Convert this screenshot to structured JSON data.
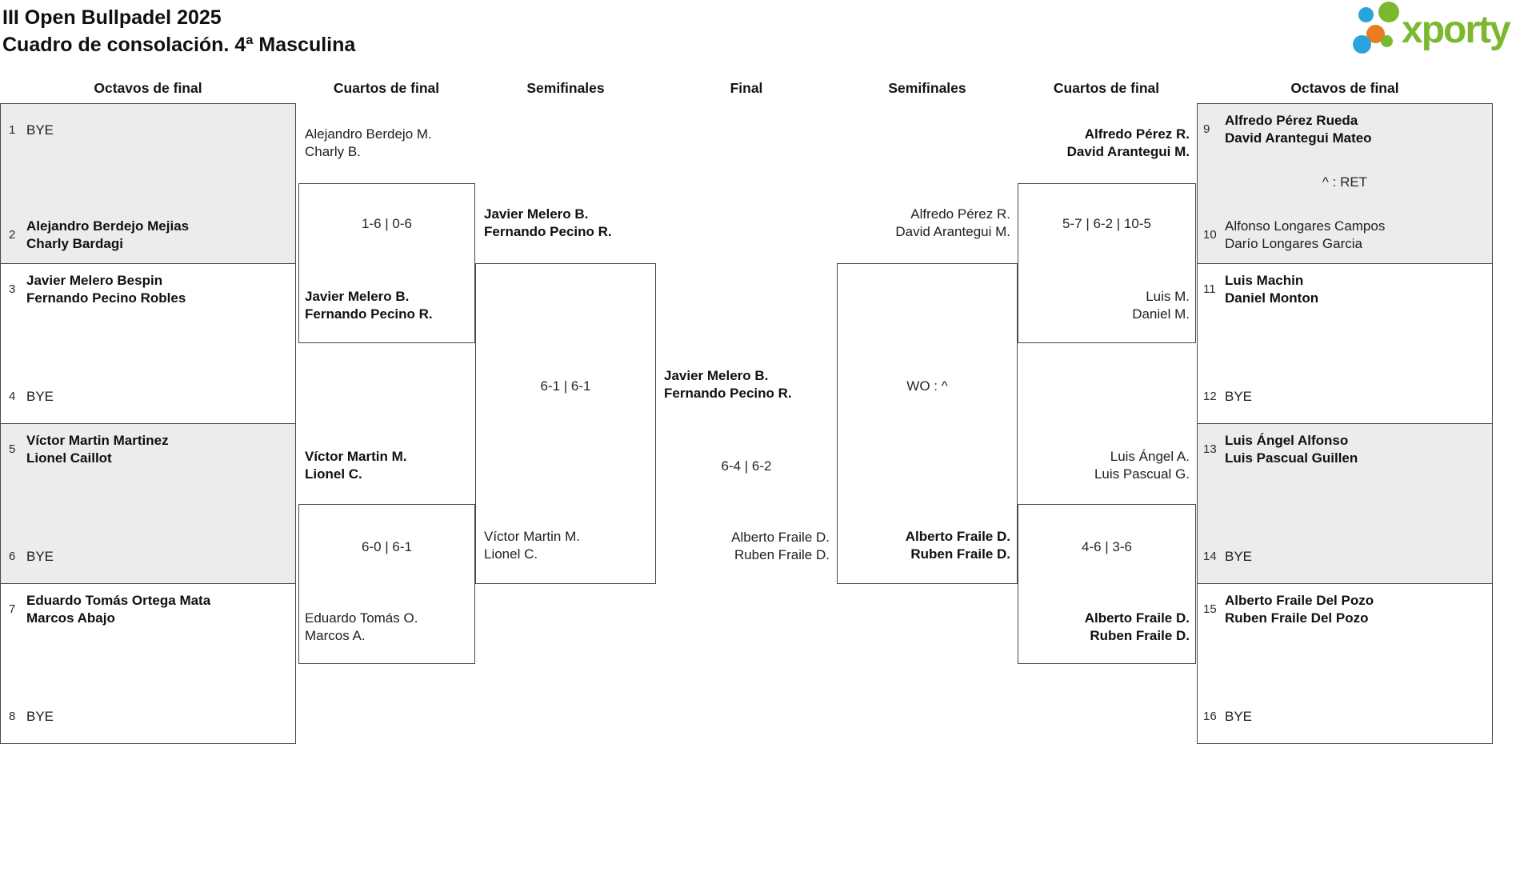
{
  "title": {
    "line1": "III Open Bullpadel 2025",
    "line2": "Cuadro de consolación. 4ª Masculina"
  },
  "logo": {
    "text": "xporty"
  },
  "colors": {
    "logo_green": "#7cb82f",
    "logo_blue": "#29a3dc",
    "logo_orange": "#e97b20",
    "box_fill": "#ececec",
    "line": "#4a4a4a"
  },
  "rounds": [
    "Octavos de final",
    "Cuartos de final",
    "Semifinales",
    "Final",
    "Semifinales",
    "Cuartos de final",
    "Octavos de final"
  ],
  "octavos": [
    {
      "num": "1",
      "l1": "BYE"
    },
    {
      "num": "2",
      "l1": "Alejandro Berdejo Mejias",
      "l2": "Charly Bardagi"
    },
    {
      "num": "3",
      "l1": "Javier Melero Bespin",
      "l2": "Fernando Pecino Robles"
    },
    {
      "num": "4",
      "l1": "BYE"
    },
    {
      "num": "5",
      "l1": "Víctor Martin Martinez",
      "l2": "Lionel Caillot"
    },
    {
      "num": "6",
      "l1": "BYE"
    },
    {
      "num": "7",
      "l1": "Eduardo Tomás Ortega Mata",
      "l2": "Marcos Abajo"
    },
    {
      "num": "8",
      "l1": "BYE"
    },
    {
      "num": "9",
      "l1": "Alfredo Pérez Rueda",
      "l2": "David Arantegui Mateo"
    },
    {
      "num": "10",
      "l1": "Alfonso Longares Campos",
      "l2": "Darío Longares Garcia"
    },
    {
      "num": "11",
      "l1": "Luis Machin",
      "l2": "Daniel Monton"
    },
    {
      "num": "12",
      "l1": "BYE"
    },
    {
      "num": "13",
      "l1": "Luis Ángel Alfonso",
      "l2": "Luis Pascual Guillen"
    },
    {
      "num": "14",
      "l1": "BYE"
    },
    {
      "num": "15",
      "l1": "Alberto Fraile Del Pozo",
      "l2": "Ruben Fraile Del Pozo"
    },
    {
      "num": "16",
      "l1": "BYE"
    }
  ],
  "matches": {
    "oct_right_top": {
      "score": "^ : RET"
    },
    "qf_left_top": {
      "a1": "Alejandro Berdejo M.",
      "a2": "Charly B.",
      "b1": "Javier Melero B.",
      "b2": "Fernando Pecino R.",
      "score": "1-6 | 0-6"
    },
    "qf_left_bottom": {
      "a1": "Víctor Martin M.",
      "a2": "Lionel C.",
      "b1": "Eduardo Tomás O.",
      "b2": "Marcos A.",
      "score": "6-0 | 6-1"
    },
    "sf_left": {
      "a1": "Javier Melero B.",
      "a2": "Fernando Pecino R.",
      "b1": "Víctor Martin M.",
      "b2": "Lionel C.",
      "score": "6-1 | 6-1"
    },
    "final": {
      "a1": "Javier Melero B.",
      "a2": "Fernando Pecino R.",
      "b1": "Alberto Fraile D.",
      "b2": "Ruben Fraile D.",
      "score": "6-4 | 6-2"
    },
    "sf_right": {
      "a1": "Alfredo Pérez R.",
      "a2": "David Arantegui M.",
      "b1": "Alberto Fraile D.",
      "b2": "Ruben Fraile D.",
      "score": "WO : ^"
    },
    "qf_right_top": {
      "a1": "Alfredo Pérez R.",
      "a2": "David Arantegui M.",
      "b1": "Luis M.",
      "b2": "Daniel M.",
      "score": "5-7 | 6-2 | 10-5"
    },
    "qf_right_bottom": {
      "a1": "Luis Ángel A.",
      "a2": "Luis Pascual G.",
      "b1": "Alberto Fraile D.",
      "b2": "Ruben Fraile D.",
      "score": "4-6 | 3-6"
    }
  }
}
